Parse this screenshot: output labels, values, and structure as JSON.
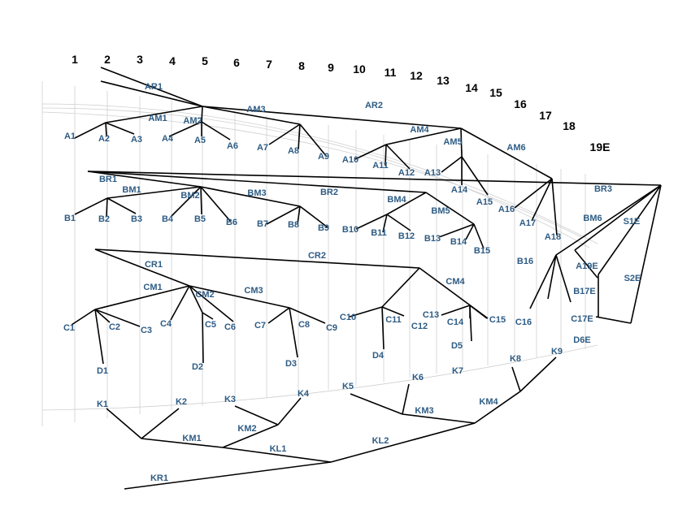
{
  "colors": {
    "label": "#2e5c84",
    "edge": "#000000",
    "grid": "#cfcfcf",
    "number": "#000000"
  },
  "column_numbers": [
    "1",
    "2",
    "3",
    "4",
    "5",
    "6",
    "7",
    "8",
    "9",
    "10",
    "11",
    "12",
    "13",
    "14",
    "15",
    "16",
    "17",
    "18",
    "19E"
  ],
  "row_a": [
    "AR1",
    "AR2",
    "AM1",
    "AM2",
    "AM3",
    "AM4",
    "AM5",
    "AM6",
    "A1",
    "A2",
    "A3",
    "A4",
    "A5",
    "A6",
    "A7",
    "A8",
    "A9",
    "A10",
    "A11",
    "A12",
    "A13",
    "A14",
    "A15",
    "A16",
    "A17",
    "A18"
  ],
  "row_b": [
    "BR1",
    "BR2",
    "BR3",
    "BM1",
    "BM2",
    "BM3",
    "BM4",
    "BM5",
    "BM6",
    "B1",
    "B2",
    "B3",
    "B4",
    "B5",
    "B6",
    "B7",
    "B8",
    "B9",
    "B10",
    "B11",
    "B12",
    "B13",
    "B14",
    "B15",
    "B16",
    "B17E"
  ],
  "row_c": [
    "CR1",
    "CR2",
    "CM1",
    "CM2",
    "CM3",
    "CM4",
    "C1",
    "C2",
    "C3",
    "C4",
    "C5",
    "C6",
    "C7",
    "C8",
    "C9",
    "C10",
    "C11",
    "C12",
    "C13",
    "C14",
    "C15",
    "C16",
    "C17E",
    "A19E"
  ],
  "row_d": [
    "D1",
    "D2",
    "D3",
    "D4",
    "D5",
    "D6E"
  ],
  "row_s": [
    "S1E",
    "S2E"
  ],
  "row_k": [
    "KR1",
    "KL1",
    "KL2",
    "KM1",
    "KM2",
    "KM3",
    "KM4",
    "K1",
    "K2",
    "K3",
    "K4",
    "K5",
    "K6",
    "K7",
    "K8",
    "K9"
  ]
}
